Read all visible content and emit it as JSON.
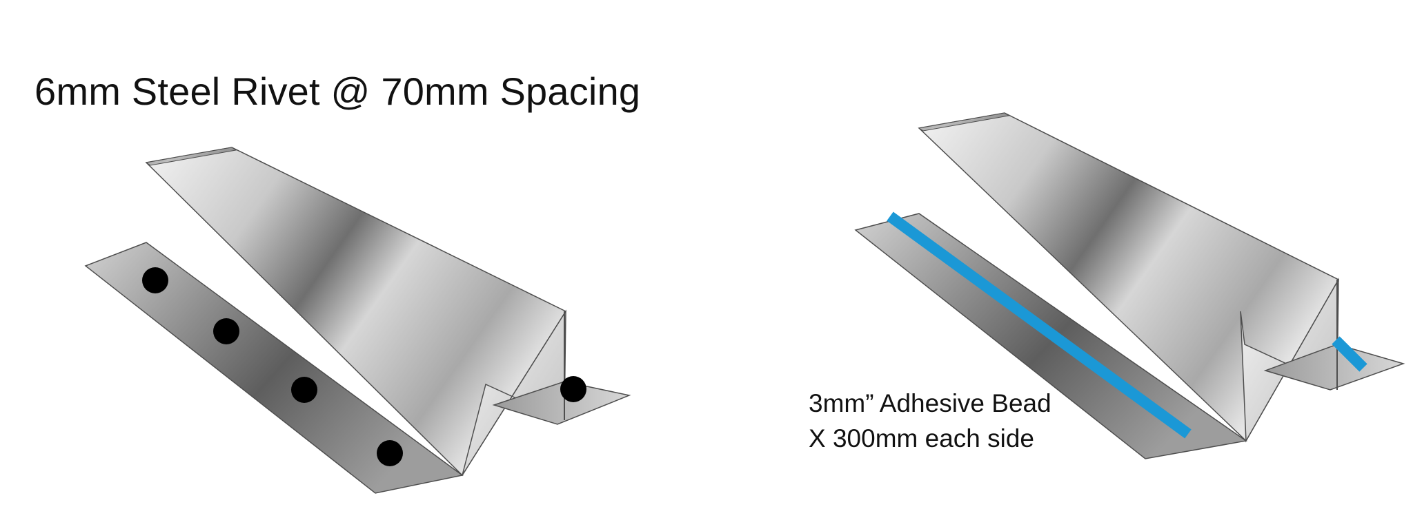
{
  "left_panel": {
    "title": "6mm Steel Rivet @ 70mm Spacing",
    "rivet_count": 5,
    "rivet_color": "#000000"
  },
  "right_panel": {
    "annotation_line1": "3mm” Adhesive Bead",
    "annotation_line2": "X 300mm each side",
    "adhesive_color": "#1b98d6"
  },
  "colors": {
    "steel_light": "#eeeeee",
    "steel_mid": "#b8b8b8",
    "steel_dark": "#5f5f5f",
    "edge": "#555555"
  }
}
